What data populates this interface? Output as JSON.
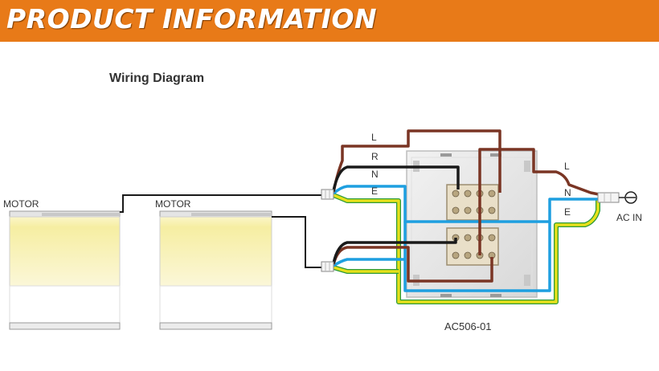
{
  "header": {
    "title": "PRODUCT INFORMATION"
  },
  "diagram": {
    "title": "Wiring Diagram",
    "motor_left_label": "MOTOR",
    "motor_right_label": "MOTOR",
    "wire_labels_in": [
      "L",
      "R",
      "N",
      "E"
    ],
    "wire_labels_out": [
      "L",
      "N",
      "E"
    ],
    "ac_input_label": "AC IN",
    "model_label": "AC506-01"
  },
  "colors": {
    "banner": "#e87a18",
    "live_brown": "#7a3524",
    "neutral_blue": "#1e9fe0",
    "earth_yellow": "#e6e01a",
    "earth_green": "#2a9a3a",
    "wire_black": "#1a1a1a",
    "motor_fill": "#f7f0a8",
    "terminal_beige": "#e9dfc8"
  }
}
